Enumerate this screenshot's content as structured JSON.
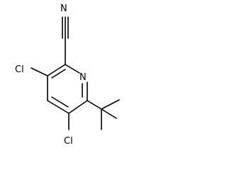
{
  "molecule": {
    "atoms": {
      "nitrile_n": "N",
      "ring_n": "N",
      "cl_upper": "Cl",
      "cl_lower": "Cl"
    }
  }
}
